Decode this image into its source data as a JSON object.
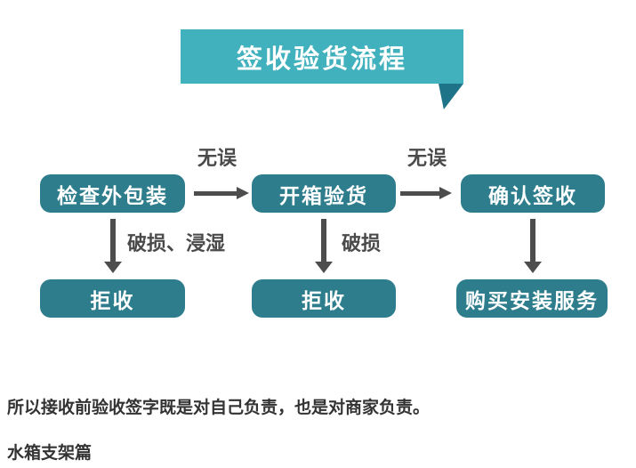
{
  "banner": {
    "title": "签收验货流程",
    "bg_color": "#41b1be",
    "tail_color": "#1e7389"
  },
  "flowchart": {
    "box_color": "#2e7d8c",
    "box_text_color": "#ffffff",
    "arrow_color": "#4d4d4d",
    "label_color": "#4a4a4a",
    "nodes": {
      "check_packaging": "检查外包装",
      "open_box_inspect": "开箱验货",
      "confirm_sign": "确认签收",
      "reject_1": "拒收",
      "reject_2": "拒收",
      "buy_install_service": "购买安装服务"
    },
    "edge_labels": {
      "no_error_1": "无误",
      "no_error_2": "无误",
      "damaged_soaked": "破损、浸湿",
      "damaged": "破损"
    }
  },
  "footer": {
    "line1": "所以接收前验收签字既是对自己负责，也是对商家负责。",
    "line2": "水箱支架篇"
  }
}
